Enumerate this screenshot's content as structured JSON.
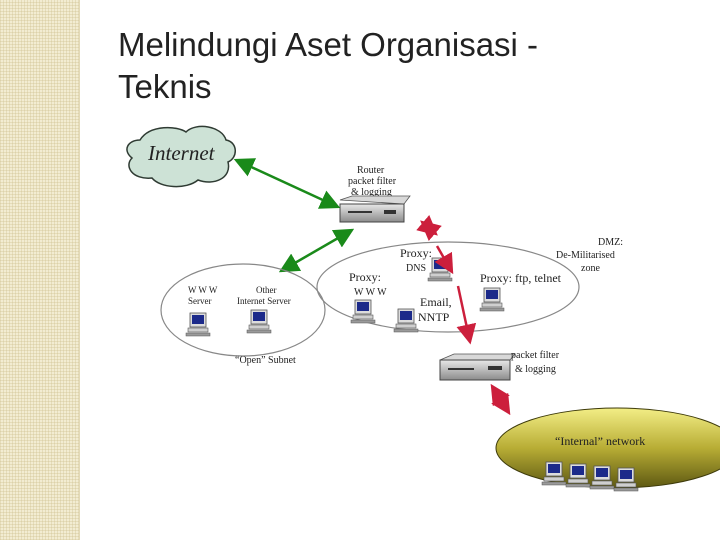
{
  "title": {
    "line1": "Melindungi Aset Organisasi -",
    "line2": "Teknis"
  },
  "diagram": {
    "internet": "Internet",
    "router_line1": "Router",
    "router_line2": "packet filter",
    "router_line3": "& logging",
    "dmz_line1": "DMZ:",
    "dmz_line2": "De-Militarised",
    "dmz_line3": "zone",
    "proxy_dns_line1": "Proxy:",
    "proxy_dns_line2": "DNS",
    "proxy_www_line1": "Proxy:",
    "proxy_www_line2": "W W W",
    "proxy_ftp": "Proxy: ftp, telnet",
    "email_line1": "Email,",
    "email_line2": "NNTP",
    "www_server_line1": "W W W",
    "www_server_line2": "Server",
    "other_server_line1": "Other",
    "other_server_line2": "Internet Server",
    "open_subnet": "“Open” Subnet",
    "pf2_line1": "packet filter",
    "pf2_line2": "& logging",
    "internal_network": "“Internal” network"
  }
}
